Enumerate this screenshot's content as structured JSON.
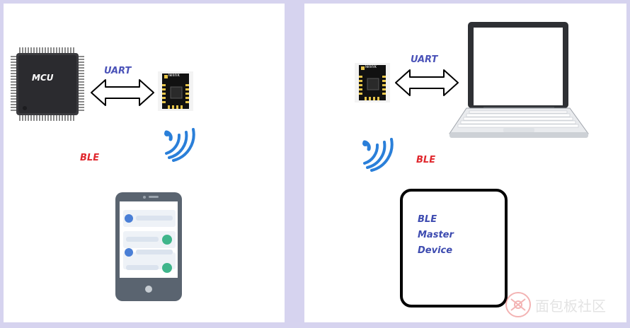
{
  "left": {
    "mcu_label": "MCU",
    "uart_label": "UART",
    "module_brand": "Telink",
    "ble_label": "BLE"
  },
  "right": {
    "module_brand": "Telink",
    "uart_label": "UART",
    "ble_label": "BLE",
    "master_lines": [
      "BLE",
      "Master",
      "Device"
    ]
  },
  "watermark": "面包板社区",
  "colors": {
    "uart_text": "#4a52b8",
    "ble_text": "#e0282e",
    "master_text": "#3d4bb0",
    "panel_border": "#d6d3ef",
    "signal_blue": "#2a7fd9",
    "phone_dot_blue": "#4a7fd6",
    "phone_dot_green": "#3fb58b"
  }
}
